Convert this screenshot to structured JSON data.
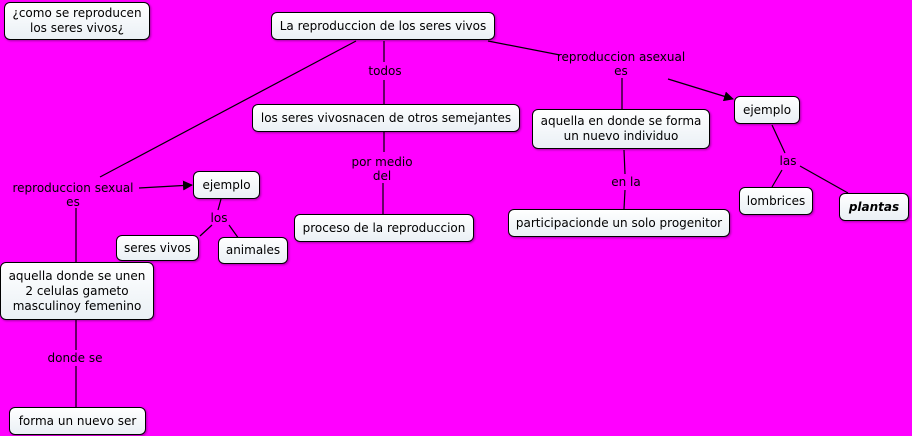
{
  "colors": {
    "background": "#ff00ff",
    "node_fill": "#ffffff",
    "line": "#000000"
  },
  "nodes": {
    "question": "¿como se reproducen\nlos seres vivos¿",
    "title": "La reproduccion de los seres vivos",
    "semejantes": "los seres vivosnacen de otros semejantes",
    "proceso": "proceso de la reproduccion",
    "asexual_def": "aquella en donde se forma\nun nuevo individuo",
    "progenitor": "participacionde un solo progenitor",
    "ejemplo_asexual": "ejemplo",
    "lombrices": "lombrices",
    "plantas": "plantas",
    "ejemplo_sexual": "ejemplo",
    "seres_vivos": "seres vivos",
    "animales": "animales",
    "sexual_def": "aquella donde se unen\n2 celulas gameto\nmasculinoy femenino",
    "nuevo_ser": "forma un nuevo ser"
  },
  "labels": {
    "todos": "todos",
    "por_medio_del": "por medio\ndel",
    "reproduccion_asexual_es": "reproduccion asexual\nes",
    "en_la": "en la",
    "las": "las",
    "reproduccion_sexual_es": "reproduccion sexual\nes",
    "los": "los",
    "donde_se": "donde se"
  }
}
